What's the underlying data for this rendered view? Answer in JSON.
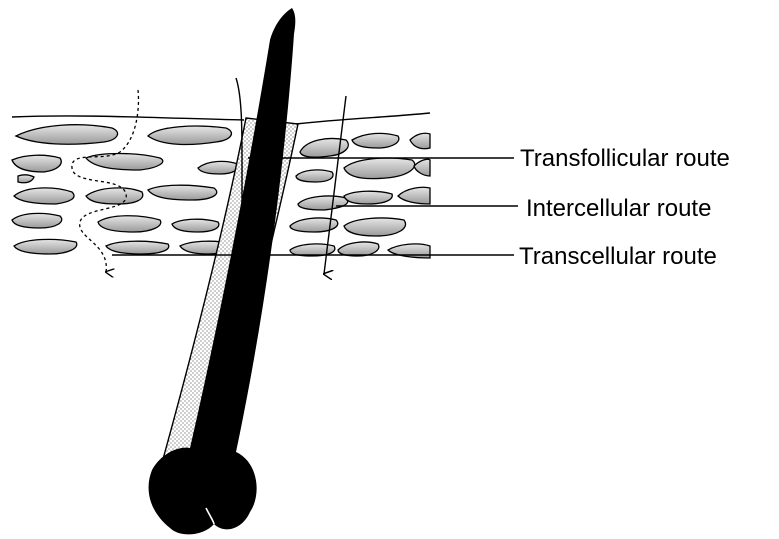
{
  "labels": {
    "transfollicular": "Transfollicular route",
    "intercellular": "Intercellular route",
    "transcellular": "Transcellular route"
  },
  "icons": {
    "hair": "hair-shaft-icon",
    "follicle": "follicle-sheath-icon",
    "cells": "corneocyte-cell-icon",
    "arrows": "arrow-down-icon"
  },
  "colors": {
    "cell_fill": "#bdbdbd",
    "stroke": "#000000",
    "hair_fill": "#000000",
    "background": "#ffffff"
  }
}
